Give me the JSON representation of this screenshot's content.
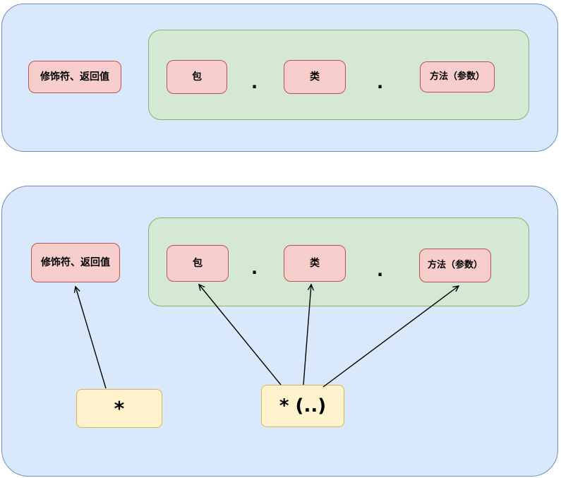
{
  "diagram": {
    "top_section": {
      "modifier": "修饰符、返回值",
      "package": "包",
      "separator1": ".",
      "class": "类",
      "separator2": ".",
      "method": "方法（参数）"
    },
    "bottom_section": {
      "modifier": "修饰符、返回值",
      "package": "包",
      "separator1": ".",
      "class": "类",
      "separator2": ".",
      "method": "方法（参数）",
      "wildcard": "*",
      "wildcard_args": "* (..)"
    },
    "colors": {
      "blue_fill": "#dae8fc",
      "blue_border": "#6c8ebf",
      "green_fill": "#d5e8d4",
      "green_border": "#82b366",
      "pink_fill": "#f8cecc",
      "pink_border": "#b85450",
      "yellow_fill": "#fff2cc",
      "yellow_border": "#d6b656",
      "arrow": "#000000"
    }
  }
}
